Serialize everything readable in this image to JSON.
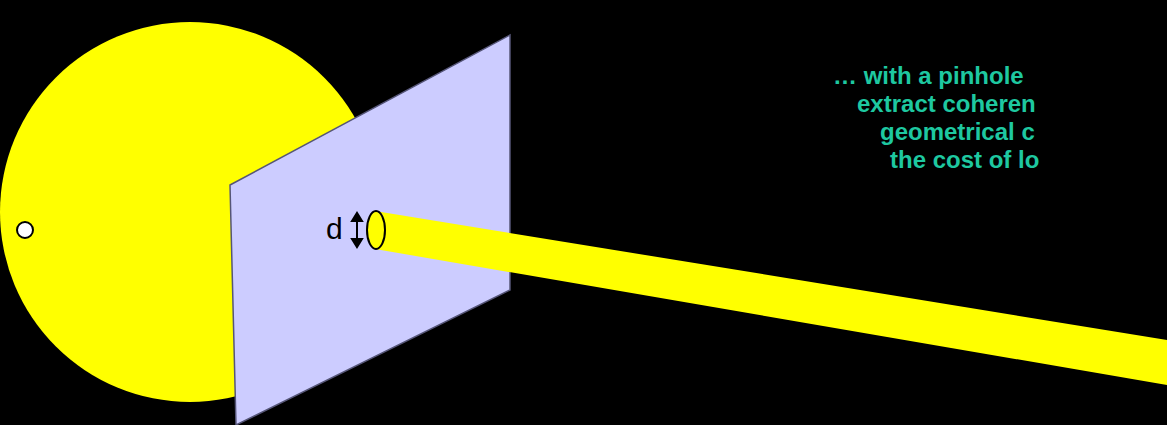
{
  "diagram": {
    "labels": [
      "d",
      "… with a pinhole",
      "extract coheren",
      "geometrical c",
      "the cost of lo"
    ]
  }
}
